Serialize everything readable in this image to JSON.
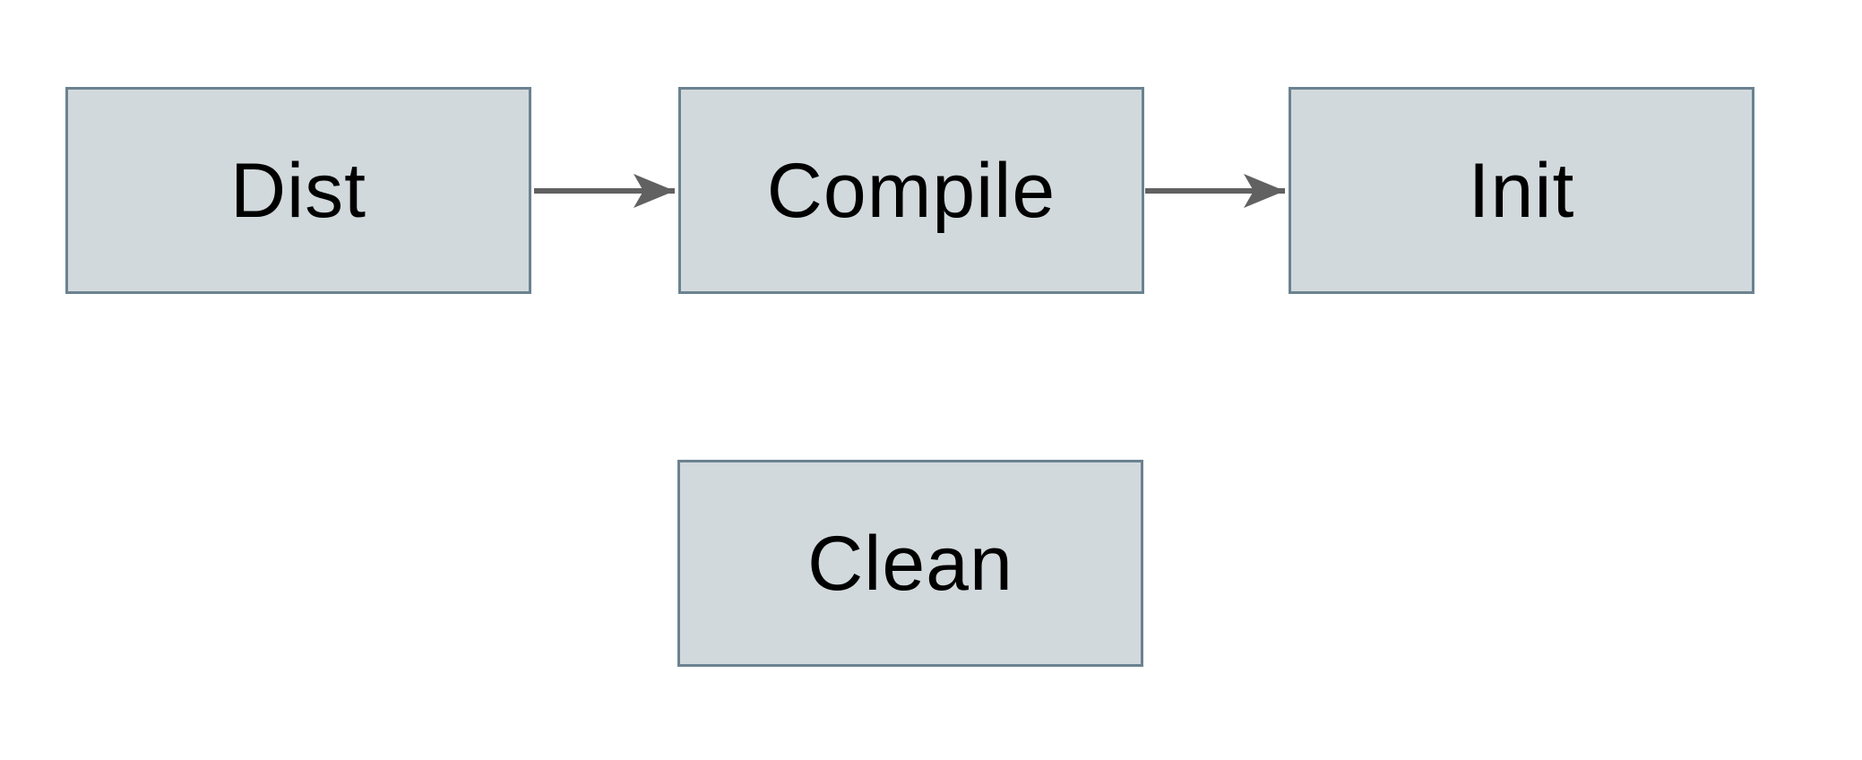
{
  "diagram": {
    "type": "flowchart",
    "nodes": [
      {
        "id": "dist",
        "label": "Dist"
      },
      {
        "id": "compile",
        "label": "Compile"
      },
      {
        "id": "init",
        "label": "Init"
      },
      {
        "id": "clean",
        "label": "Clean"
      }
    ],
    "edges": [
      {
        "from": "dist",
        "to": "compile",
        "direction": "right"
      },
      {
        "from": "compile",
        "to": "init",
        "direction": "right"
      }
    ],
    "colors": {
      "node_fill": "#d2d9dc",
      "node_border": "#6b8290",
      "arrow": "#616161",
      "text": "#000000",
      "background": "#ffffff"
    }
  }
}
